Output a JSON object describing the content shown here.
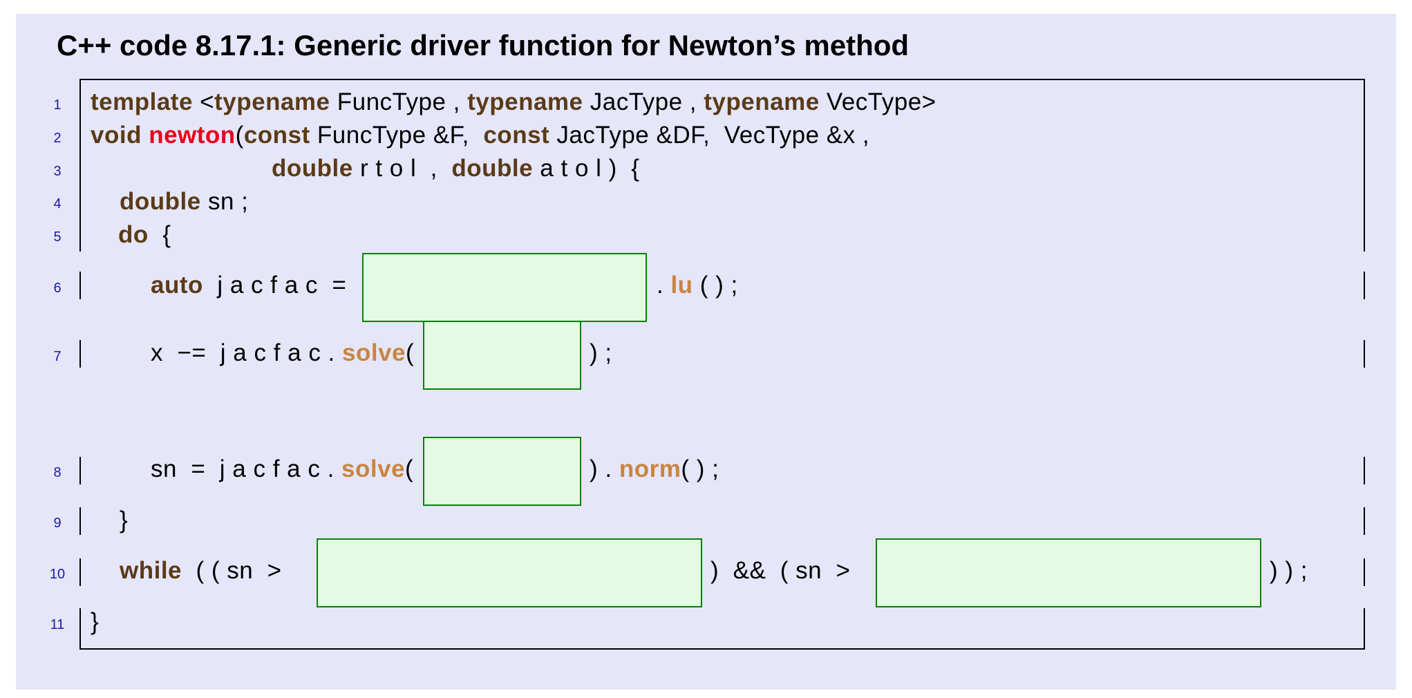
{
  "title": "C++ code 8.17.1: Generic driver function for Newton’s method",
  "line_numbers": [
    "1",
    "2",
    "3",
    "4",
    "5",
    "6",
    "7",
    "8",
    "9",
    "10",
    "11"
  ],
  "code": {
    "l1": {
      "kw_template": "template",
      "t1": " <",
      "kw_tn1": "typename",
      "t2": " FuncType , ",
      "kw_tn2": "typename",
      "t3": " JacType , ",
      "kw_tn3": "typename",
      "t4": " VecType>"
    },
    "l2": {
      "kw_void": "void",
      "fn_newton": "newton",
      "t1": "(",
      "kw_const1": "const",
      "t2": " FuncType &F,  ",
      "kw_const2": "const",
      "t3": " JacType &DF,  VecType &x ,"
    },
    "l3": {
      "kw_double1": "double",
      "t1": " r t o l  ,  ",
      "kw_double2": "double",
      "t2": " a t o l )  {"
    },
    "l4": {
      "kw_double": "double",
      "t1": " sn ;"
    },
    "l5": {
      "kw_do": "do",
      "t1": "  {"
    },
    "l6": {
      "kw_auto": "auto",
      "t1": "  j a c f a c  =",
      "t2": ". ",
      "mt_lu": "lu",
      "t3": " ( ) ;"
    },
    "l7": {
      "t1": "x  −=  j a c f a c . ",
      "mt_solve": "solve",
      "t2": "(",
      "t3": ") ;"
    },
    "l8": {
      "t1": "sn  =  j a c f a c . ",
      "mt_solve": "solve",
      "t2": "(",
      "t3": ") . ",
      "mt_norm": "norm",
      "t4": "( ) ;"
    },
    "l9": {
      "t1": "}"
    },
    "l10": {
      "kw_while": "while",
      "t1": "  ( ( sn  >",
      "t2": ")  &&  ( sn  >",
      "t3": ") ) ;"
    },
    "l11": {
      "t1": "}"
    }
  },
  "colors": {
    "background": "#e6e6fa",
    "keyword": "#5a3b17",
    "function_name": "#e8001c",
    "method": "#c98540",
    "blank_fill": "#e3fbe3",
    "blank_border": "#0a7f0a",
    "line_number": "#1a1aa8"
  }
}
